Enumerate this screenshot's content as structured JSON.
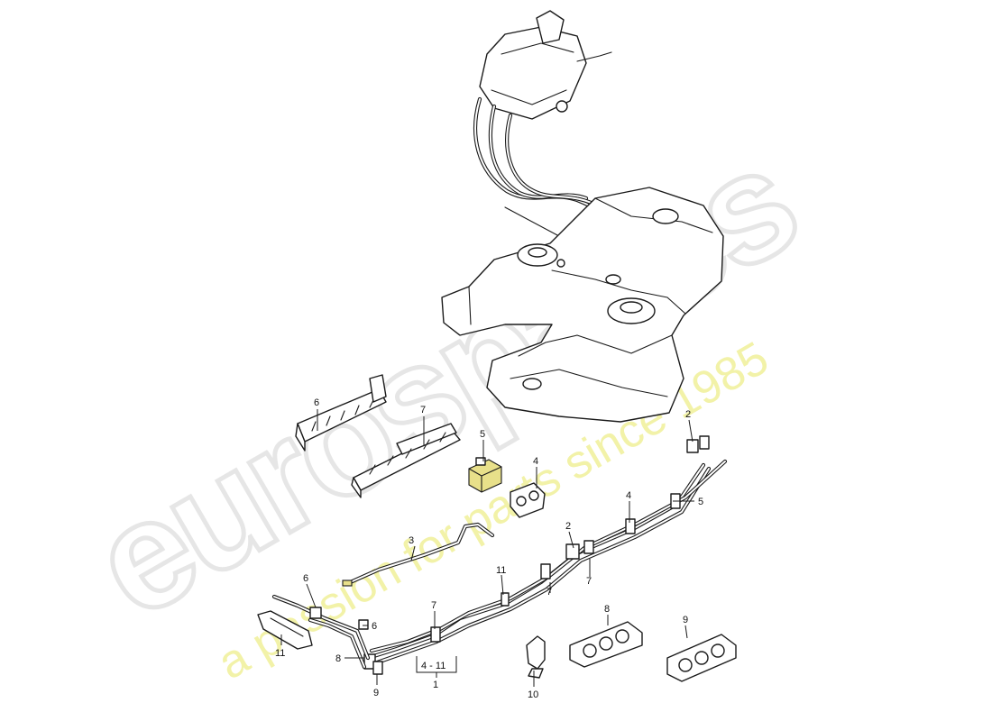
{
  "watermark": {
    "brand": "eurospares",
    "tagline": "a passion for parts since 1985"
  },
  "callouts": {
    "c1": "1",
    "c2a": "2",
    "c2b": "2",
    "c3": "3",
    "c4a": "4",
    "c4b": "4",
    "c4_11": "4 - 11",
    "c5a": "5",
    "c5b": "5",
    "c6a": "6",
    "c6b": "6",
    "c6c": "6",
    "c7a": "7",
    "c7b": "7",
    "c7c": "7",
    "c7d": "7",
    "c8a": "8",
    "c8b": "8",
    "c9a": "9",
    "c9b": "9",
    "c10": "10",
    "c11a": "11",
    "c11b": "11"
  },
  "colors": {
    "line": "#1a1a1a",
    "watermark_outline": "#e6e6e6",
    "watermark_tagline": "#f2f2a8",
    "highlight": "#e8e08a"
  }
}
